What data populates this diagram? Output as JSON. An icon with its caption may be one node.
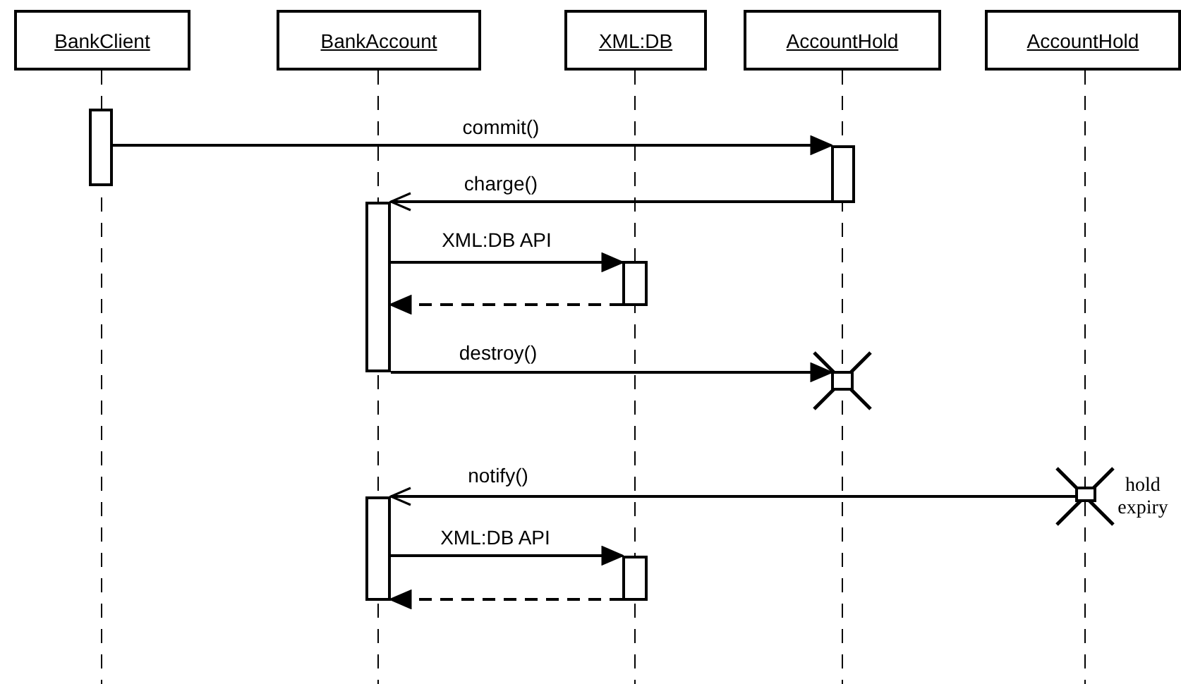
{
  "diagram": {
    "nodes": [
      {
        "text": [
          "BankClient"
        ]
      },
      {
        "text": [
          "BankAccount"
        ]
      },
      {
        "text": [
          "XML:DB"
        ]
      },
      {
        "text": [
          "AccountHold"
        ]
      },
      {
        "text": [
          "AccountHold"
        ]
      },
      {
        "text": [],
        "shape": "bar"
      },
      {
        "text": [],
        "shape": "bar"
      },
      {
        "text": [],
        "shape": "bar"
      },
      {
        "text": [],
        "shape": "bar"
      },
      {
        "text": [],
        "shape": "bar"
      },
      {
        "text": [],
        "shape": "bar",
        "beside": [
          "hold expiry"
        ]
      },
      {
        "text": [],
        "shape": "bar"
      },
      {
        "text": [],
        "shape": "bar"
      }
    ],
    "edges": [
      {
        "from": 5,
        "to": 6,
        "arrow": "to",
        "label": "commit()"
      },
      {
        "from": 6,
        "to": 7,
        "arrow": "to",
        "label": "charge()"
      },
      {
        "from": 7,
        "to": 8,
        "arrow": "to",
        "label": "XML:DB API"
      },
      {
        "from": 8,
        "to": 7,
        "arrow": "to",
        "style": "dashed"
      },
      {
        "from": 7,
        "to": 9,
        "arrow": "to",
        "label": "destroy()"
      },
      {
        "from": 10,
        "to": 11,
        "arrow": "to",
        "label": "notify()"
      },
      {
        "from": 11,
        "to": 12,
        "arrow": "to",
        "label": "XML:DB API"
      },
      {
        "from": 12,
        "to": 11,
        "arrow": "to",
        "style": "dashed"
      }
    ]
  }
}
